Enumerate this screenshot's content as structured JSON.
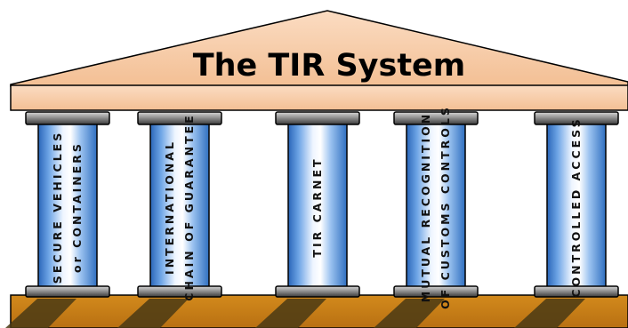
{
  "title": "The TIR System",
  "pillars": [
    {
      "line1": "SECURE VEHICLES",
      "line2": "or CONTAINERS"
    },
    {
      "line1": "INTERNATIONAL",
      "line2": "CHAIN OF GUARANTEE"
    },
    {
      "line1": "TIR CARNET",
      "line2": ""
    },
    {
      "line1": "MUTUAL RECOGNITION",
      "line2": "OF CUSTOMS CONTROLS"
    },
    {
      "line1": "CONTROLLED ACCESS",
      "line2": ""
    }
  ],
  "colors": {
    "roof": "#f7c9a5",
    "column_dark": "#2f73c7",
    "column_light": "#f4f8ff",
    "base": "#c47f17",
    "shadow": "#4a3a14"
  }
}
